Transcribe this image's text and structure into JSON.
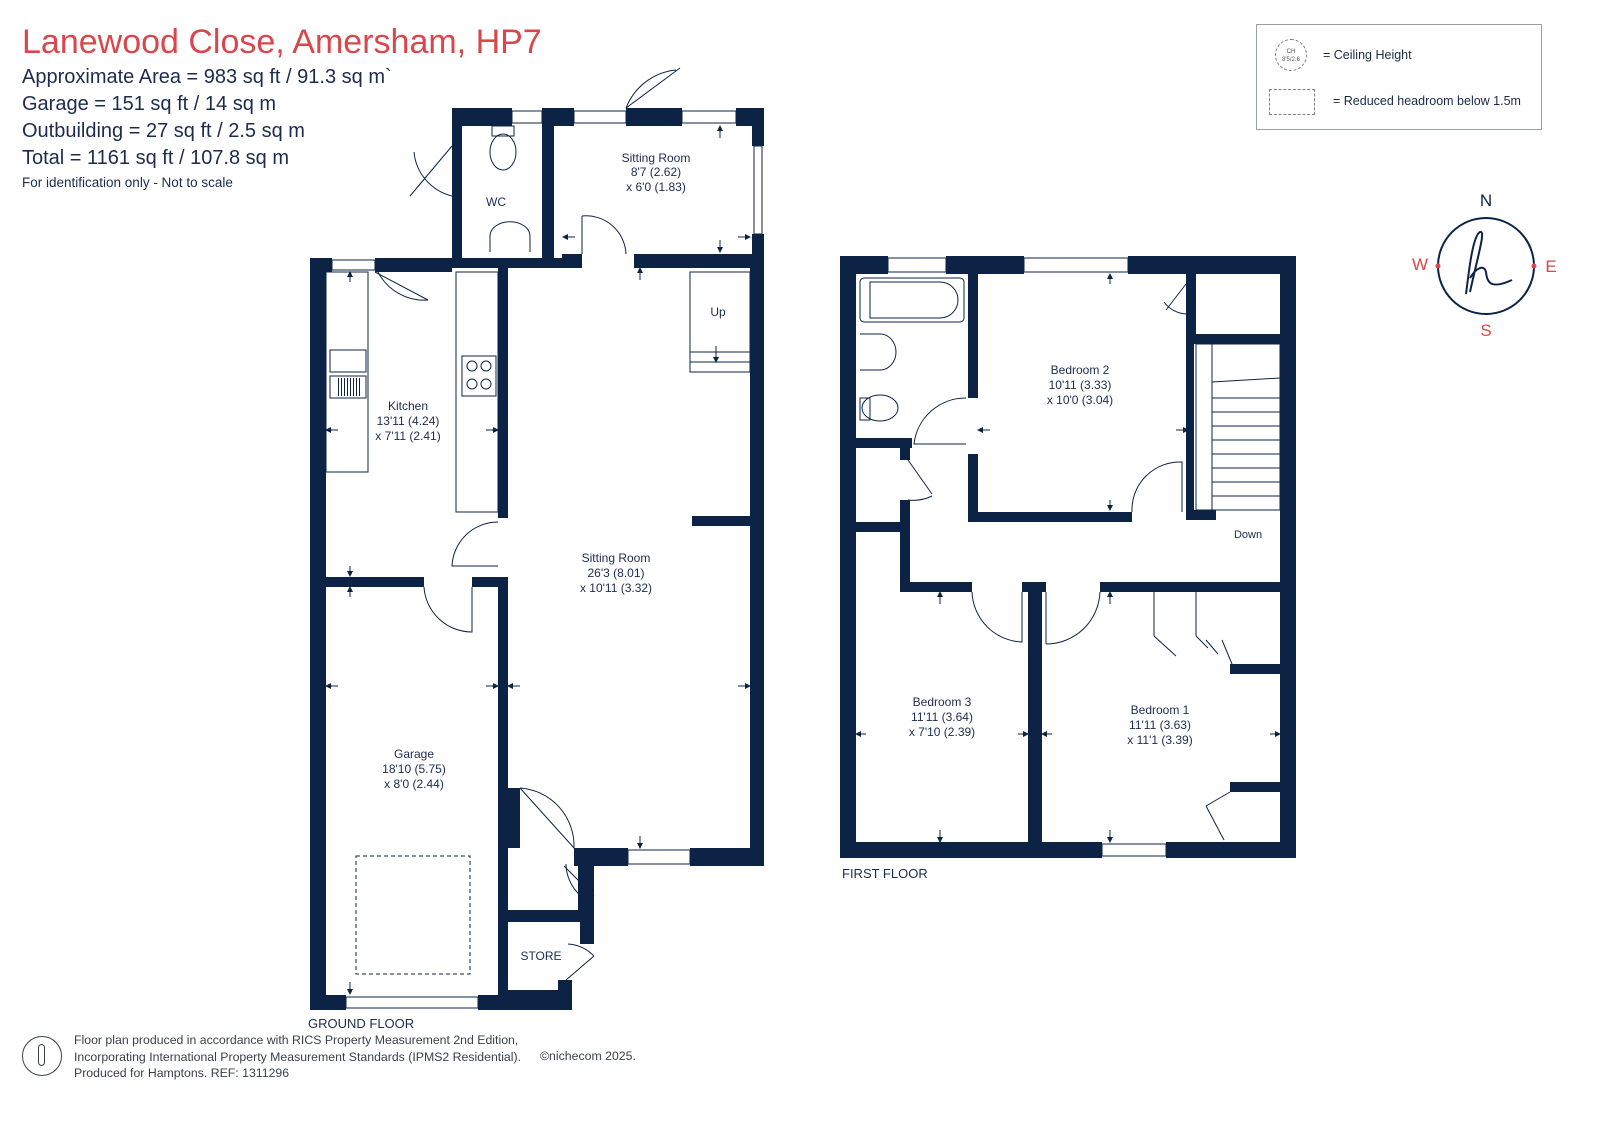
{
  "header": {
    "title": "Lanewood Close, Amersham, HP7",
    "area_lines": [
      "Approximate Area = 983 sq ft / 91.3 sq m`",
      "Garage = 151 sq ft / 14 sq m",
      "Outbuilding = 27 sq ft / 2.5 sq m",
      "Total = 1161 sq ft / 107.8 sq m"
    ],
    "note": "For identification only - Not to scale"
  },
  "legend": {
    "ceiling_icon_text": "CH\n8'5/2.6",
    "ceiling_label": "= Ceiling Height",
    "reduced_label": "= Reduced headroom below 1.5m"
  },
  "compass": {
    "n": "N",
    "s": "S",
    "e": "E",
    "w": "W",
    "logo": "h"
  },
  "ground_floor": {
    "label": "GROUND FLOOR",
    "wc": "WC",
    "sitting_small": {
      "name": "Sitting Room",
      "dim1": "8'7 (2.62)",
      "dim2": "x 6'0 (1.83)"
    },
    "kitchen": {
      "name": "Kitchen",
      "dim1": "13'11 (4.24)",
      "dim2": "x 7'11 (2.41)"
    },
    "sitting_main": {
      "name": "Sitting Room",
      "dim1": "26'3 (8.01)",
      "dim2": "x 10'11 (3.32)"
    },
    "garage": {
      "name": "Garage",
      "dim1": "18'10 (5.75)",
      "dim2": "x 8'0 (2.44)"
    },
    "store": "STORE",
    "stairs_up": "Up"
  },
  "first_floor": {
    "label": "FIRST FLOOR",
    "bedroom2": {
      "name": "Bedroom 2",
      "dim1": "10'11 (3.33)",
      "dim2": "x 10'0 (3.04)"
    },
    "bedroom3": {
      "name": "Bedroom 3",
      "dim1": "11'11 (3.64)",
      "dim2": "x 7'10 (2.39)"
    },
    "bedroom1": {
      "name": "Bedroom 1",
      "dim1": "11'11 (3.63)",
      "dim2": "x 11'1 (3.39)"
    },
    "stairs_down": "Down"
  },
  "footer": {
    "lines": [
      "Floor plan produced in accordance with RICS Property Measurement 2nd Edition,",
      "Incorporating International Property Measurement Standards (IPMS2 Residential).",
      "Produced for Hamptons.   REF:  1311296"
    ],
    "copyright": "©nichecom 2025."
  },
  "colors": {
    "wall": "#0d2346",
    "title": "#d9474c",
    "compass": "#d9474c"
  }
}
